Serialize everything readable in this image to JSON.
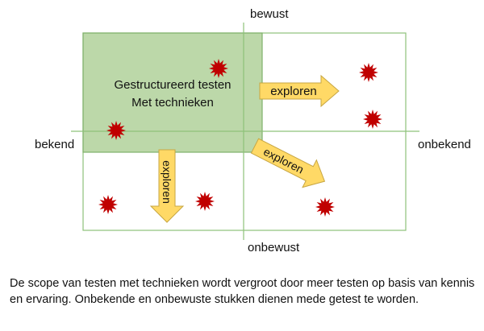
{
  "diagram": {
    "axis_labels": {
      "top": "bewust",
      "bottom": "onbewust",
      "left": "bekend",
      "right": "onbekend"
    },
    "highlight_box": {
      "line1": "Gestructureerd testen",
      "line2": "Met technieken"
    },
    "arrows": [
      {
        "label": "exploren",
        "direction": "right"
      },
      {
        "label": "exploren",
        "direction": "down"
      },
      {
        "label": "exploren",
        "direction": "diagonal-down-right"
      }
    ],
    "markers": {
      "count": 7,
      "shape": "red-starburst-icon"
    },
    "colors": {
      "box_fill": "#bcd8a9",
      "box_border": "#7fb06a",
      "grid_line": "#8ec27a",
      "arrow_fill": "#ffd966",
      "arrow_stroke": "#c7a642",
      "marker": "#c00000"
    }
  },
  "caption": "De scope van testen met technieken wordt vergroot door meer testen op basis van kennis en ervaring. Onbekende en onbewuste stukken dienen mede getest te worden."
}
